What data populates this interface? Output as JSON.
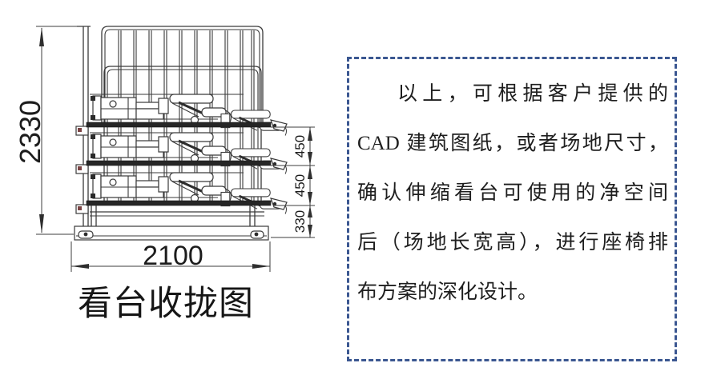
{
  "drawing": {
    "caption": "看台收拢图",
    "dimensions": {
      "total_height": "2330",
      "base_width": "2100",
      "row_top": "450",
      "row_middle": "450",
      "row_bottom": "330"
    }
  },
  "note": {
    "border_color": "#3b5791",
    "lines": [
      "以上，可根据客户提供的",
      "CAD 建筑图纸，或者场地尺寸，",
      "确认伸缩看台可使用的净空间",
      "后（场地长宽高），进行座椅排",
      "布方案的深化设计。"
    ]
  }
}
